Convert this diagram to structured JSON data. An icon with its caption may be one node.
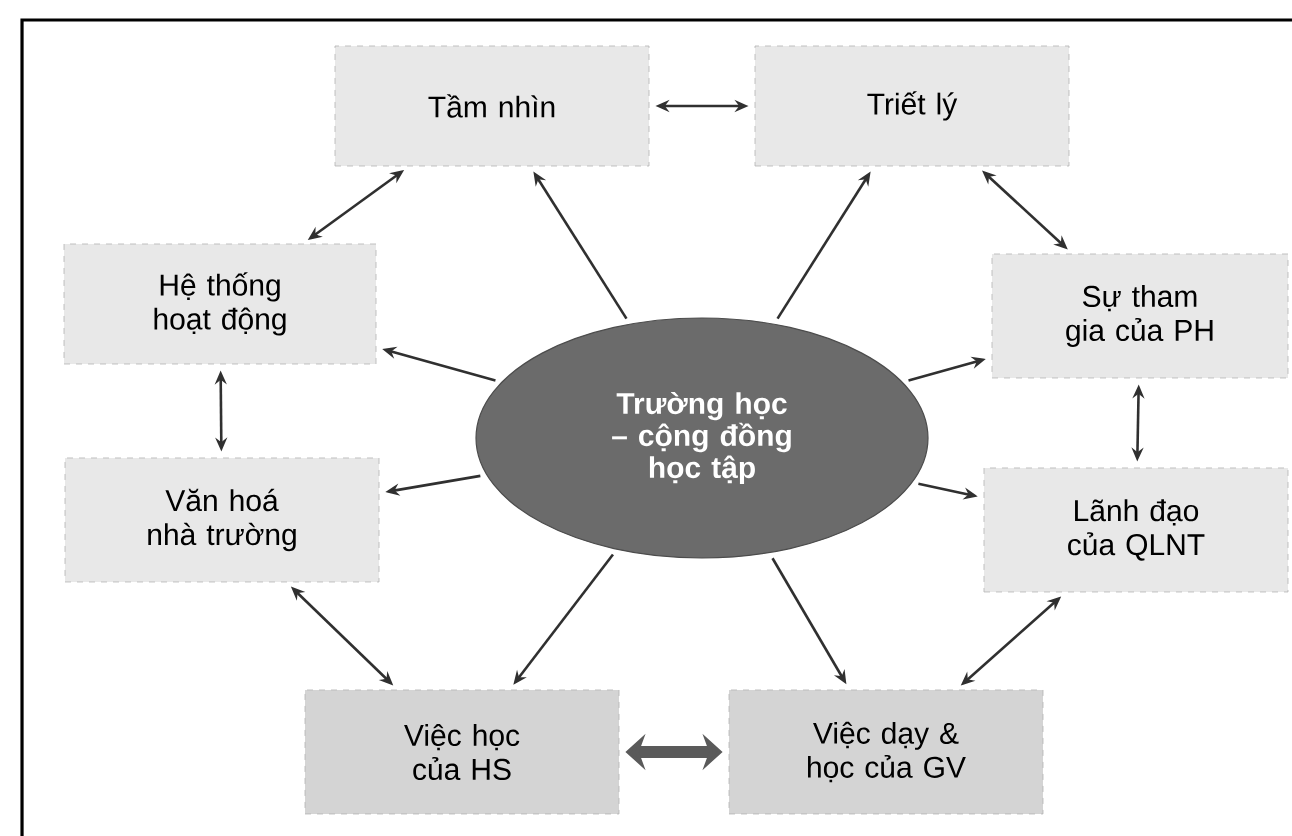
{
  "diagram": {
    "nodes": [
      {
        "text": [
          "Tầm nhìn"
        ]
      },
      {
        "text": [
          "Triết lý"
        ]
      },
      {
        "text": [
          "Hệ thống hoạt động"
        ]
      },
      {
        "text": [
          "Sự tham gia của PH"
        ]
      },
      {
        "text": [
          "Trường học – cộng đồng học tập"
        ]
      },
      {
        "text": [
          "Văn hoá nhà trường"
        ]
      },
      {
        "text": [
          "Lãnh đạo của QLNT"
        ]
      },
      {
        "text": [
          "Việc học của HS"
        ]
      },
      {
        "text": [
          "Việc dạy & học của GV"
        ]
      }
    ],
    "edges": [
      {
        "from": 4,
        "to": 0,
        "arrow": "to"
      },
      {
        "from": 4,
        "to": 1,
        "arrow": "to"
      },
      {
        "from": 4,
        "to": 2,
        "arrow": "to"
      },
      {
        "from": 4,
        "to": 3,
        "arrow": "to"
      },
      {
        "from": 4,
        "to": 5,
        "arrow": "to"
      },
      {
        "from": 4,
        "to": 6,
        "arrow": "to"
      },
      {
        "from": 4,
        "to": 7,
        "arrow": "to"
      },
      {
        "from": 4,
        "to": 8,
        "arrow": "to"
      },
      {
        "from": 0,
        "to": 1,
        "arrow": "both"
      },
      {
        "from": 1,
        "to": 3,
        "arrow": "both"
      },
      {
        "from": 3,
        "to": 6,
        "arrow": "both"
      },
      {
        "from": 6,
        "to": 8,
        "arrow": "both"
      },
      {
        "from": 7,
        "to": 8,
        "arrow": "both",
        "style": "thick",
        "color": "#5a5a5a"
      },
      {
        "from": 5,
        "to": 7,
        "arrow": "both"
      },
      {
        "from": 2,
        "to": 5,
        "arrow": "both"
      },
      {
        "from": 0,
        "to": 2,
        "arrow": "both"
      }
    ]
  }
}
